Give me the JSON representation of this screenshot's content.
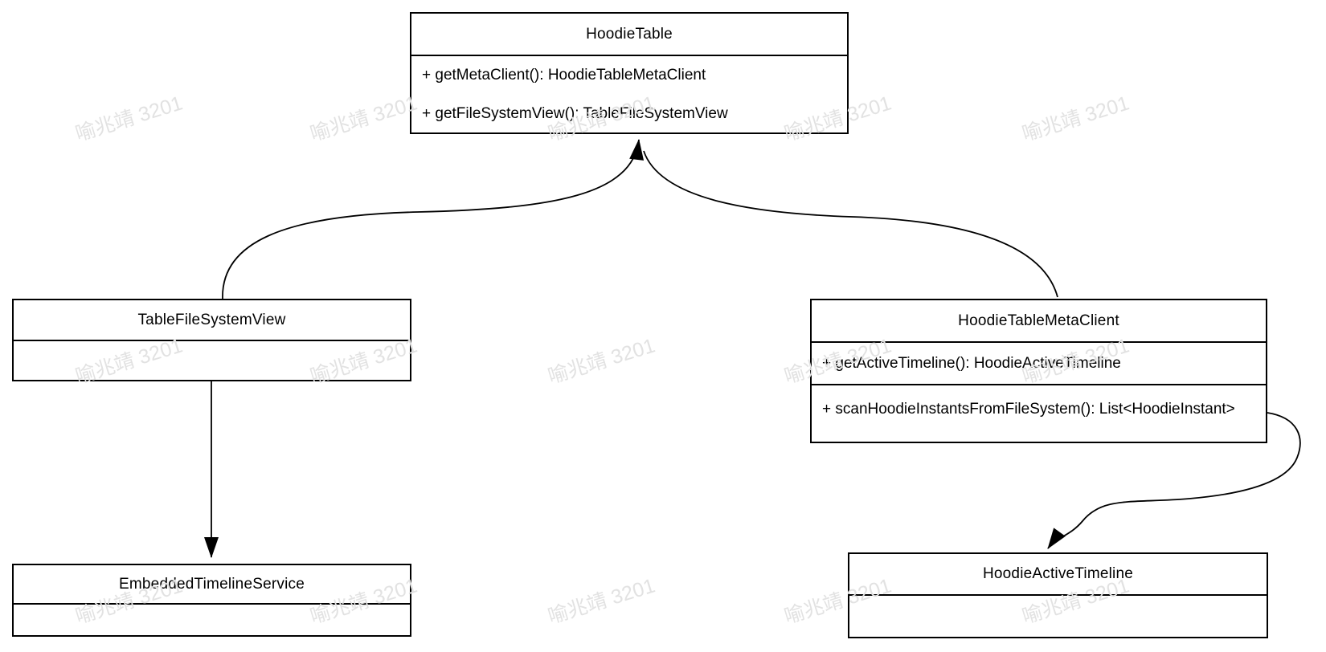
{
  "watermark": {
    "text": "喻兆靖 3201",
    "color": "#e2e2e2"
  },
  "diagram": {
    "type": "uml-class-diagram",
    "colors": {
      "stroke": "#000000",
      "fill": "#ffffff",
      "text": "#000000"
    },
    "nodes": {
      "hoodieTable": {
        "title": "HoodieTable",
        "members": [
          "+ getMetaClient(): HoodieTableMetaClient",
          "+ getFileSystemView(): TableFileSystemView"
        ]
      },
      "tableFileSystemView": {
        "title": "TableFileSystemView",
        "members": []
      },
      "hoodieTableMetaClient": {
        "title": "HoodieTableMetaClient",
        "members": [
          "+ getActiveTimeline(): HoodieActiveTimeline",
          "+ scanHoodieInstantsFromFileSystem(): List<HoodieInstant>"
        ]
      },
      "embeddedTimelineService": {
        "title": "EmbeddedTimelineService",
        "members": []
      },
      "hoodieActiveTimeline": {
        "title": "HoodieActiveTimeline",
        "members": []
      }
    },
    "relations": [
      {
        "from": "TableFileSystemView",
        "to": "HoodieTable",
        "style": "curved-arrow"
      },
      {
        "from": "HoodieTableMetaClient",
        "to": "HoodieTable",
        "style": "curved-arrow"
      },
      {
        "from": "TableFileSystemView",
        "to": "EmbeddedTimelineService",
        "style": "straight-arrow"
      },
      {
        "from": "HoodieTableMetaClient",
        "to": "HoodieActiveTimeline",
        "style": "s-curve-arrow"
      }
    ]
  }
}
